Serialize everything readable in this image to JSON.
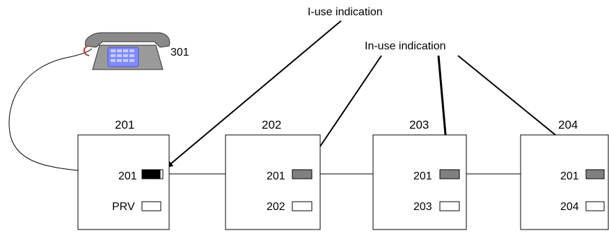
{
  "annotations": {
    "i_use": "I-use indication",
    "in_use": "In-use indication"
  },
  "phone": {
    "label": "301",
    "body_color": "#8a8a8a",
    "keypad_color": "#7f8bff"
  },
  "stations": [
    {
      "title": "201",
      "lines": [
        {
          "label": "201",
          "state": "i-use"
        },
        {
          "label": "PRV",
          "state": "idle"
        }
      ]
    },
    {
      "title": "202",
      "lines": [
        {
          "label": "201",
          "state": "in-use"
        },
        {
          "label": "202",
          "state": "idle"
        }
      ]
    },
    {
      "title": "203",
      "lines": [
        {
          "label": "201",
          "state": "in-use"
        },
        {
          "label": "203",
          "state": "idle"
        }
      ]
    },
    {
      "title": "204",
      "lines": [
        {
          "label": "201",
          "state": "in-use"
        },
        {
          "label": "204",
          "state": "idle"
        }
      ]
    }
  ],
  "colors": {
    "i_use": "#000000",
    "in_use": "#808080",
    "idle": "#ffffff",
    "line": "#000000"
  }
}
